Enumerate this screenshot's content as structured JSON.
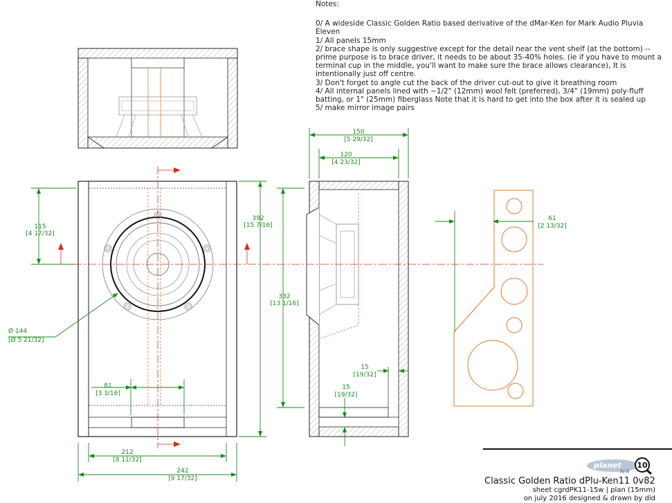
{
  "notes": {
    "heading": "Notes:",
    "lines": [
      "0/ A wideside  Classic Golden Ratio based derivative of the dMar-Ken for  Mark Audio Pluvia Eleven",
      "1/ All panels 15mm",
      "2/ brace shape is only suggestive except for the detail near the vent shelf (at the bottom) -- prime purpose is to brace driver, it needs to be about 35-40% holes. (ie if you have to mount a terminal cup in the middle, you'll want to make sure the brace allows clearance), It is intentionally just off centre.",
      "3/ Don't forget to angle cut the back of the driver cut-out to give it breathing room",
      "4/ All internal panels lined with ~1/2\" (12mm) wool felt (preferred), 3/4\" (19mm) poly-fluff batting,  or 1\" (25mm) fiberglass Note that it is hard to get into the box after it is sealed up",
      "5/ make mirror image pairs"
    ]
  },
  "dimensions": {
    "front_height_115": "115",
    "front_height_115_in": "[4 17/32]",
    "height_392": "392",
    "height_392_in": "[15 7/16]",
    "height_332": "332",
    "height_332_in": "[13 1/16]",
    "width_150": "150",
    "width_150_in": "[5 29/32]",
    "width_120": "120",
    "width_120_in": "[4 23/32]",
    "brace_61": "61",
    "brace_61_in": "[2 13/32]",
    "driver_dia": "Ø 144",
    "driver_dia_in": "[Ø 5 21/32]",
    "slot_81": "81",
    "slot_81_in": "[3 3/16]",
    "shelf_15a": "15",
    "shelf_15a_in": "[19/32]",
    "shelf_15b": "15",
    "shelf_15b_in": "[19/32]",
    "width_212": "212",
    "width_212_in": "[8 11/32]",
    "width_242": "242",
    "width_242_in": "[9 17/32]"
  },
  "logo": {
    "text_main": "planet",
    "text_sub": "hi-fi",
    "number": "10"
  },
  "title_block": {
    "title": "Classic Golden Ratio dPlu-Ken11  0v82",
    "sheet": "sheet cgrdPK11-15w | plan (15mm)",
    "credits": "on july 2016 designed & drawn by dld"
  },
  "colors": {
    "dimension": "#1b8a1b",
    "centerline": "#dd2a1a",
    "brace": "#e8772e",
    "outline": "#222222"
  }
}
